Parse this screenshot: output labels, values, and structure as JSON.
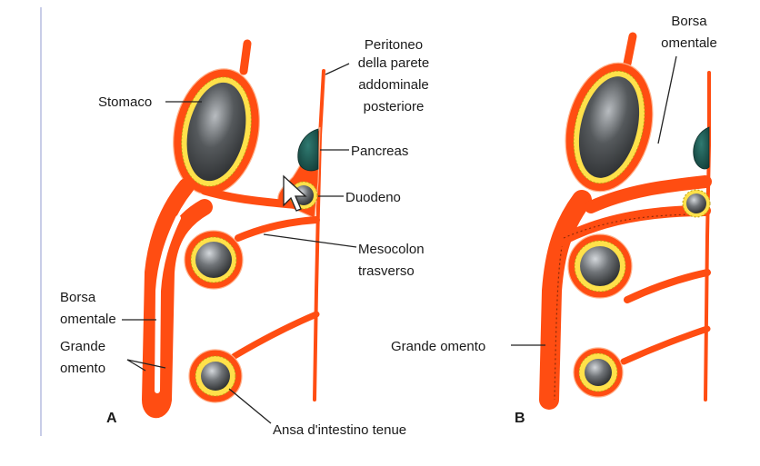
{
  "panels": {
    "a": {
      "letter": "A",
      "labels": {
        "stomach": "Stomaco",
        "peritoneum": [
          "Peritoneo",
          "della parete",
          "addominale",
          "posteriore"
        ],
        "pancreas": "Pancreas",
        "duodenum": "Duodeno",
        "mesocolon": [
          "Mesocolon",
          "trasverso"
        ],
        "omental_bursa": [
          "Borsa",
          "omentale"
        ],
        "greater_omentum": [
          "Grande",
          "omento"
        ],
        "small_intestine_loop": "Ansa d'intestino tenue"
      }
    },
    "b": {
      "letter": "B",
      "labels": {
        "omental_bursa": [
          "Borsa",
          "omentale"
        ],
        "greater_omentum": "Grande omento"
      }
    }
  },
  "colors": {
    "peritoneum": "#ff4d12",
    "peritoneum_light": "#ffb08a",
    "serosa_ring": "#ffe14a",
    "lumen_dark": "#2f3134",
    "lumen_light": "#c9cdd2",
    "pancreas": "#1e5b55",
    "frame_line": "#c8cde8"
  }
}
